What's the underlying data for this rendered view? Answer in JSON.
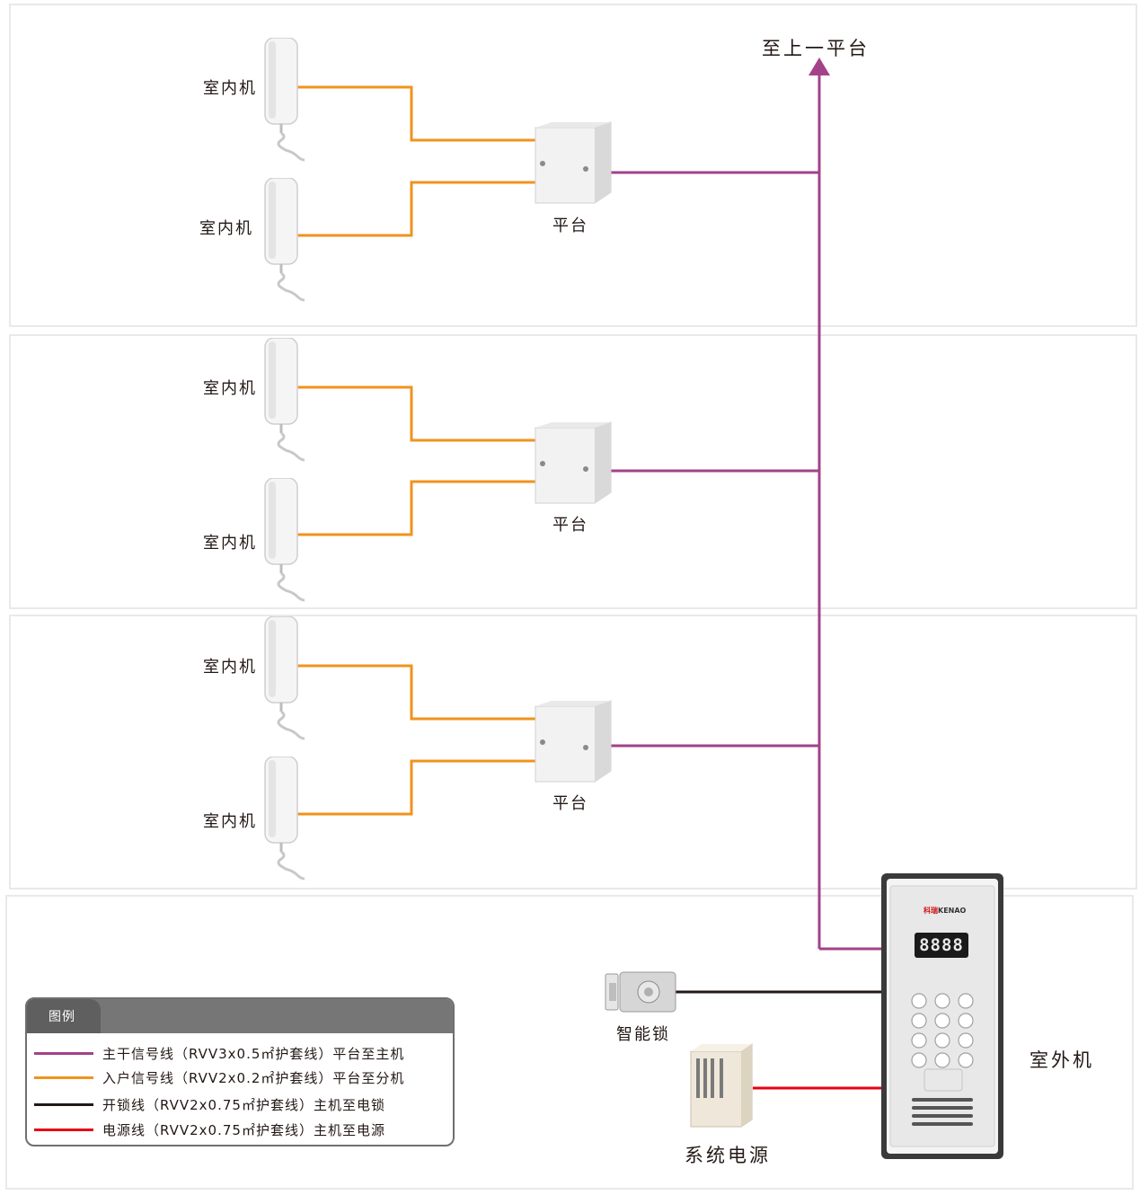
{
  "diagram": {
    "top_arrow_label": "至上一平台",
    "indoor_unit_label": "室内机",
    "hub_label": "平台",
    "outdoor_unit_label": "室外机",
    "smart_lock_label": "智能锁",
    "power_supply_label": "系统电源",
    "brand_prefix": "科瑞",
    "brand_name": "KENAO",
    "display_reading": "8888"
  },
  "legend": {
    "title": "图例",
    "items": [
      {
        "text": "主干信号线（RVV3x0.5㎡护套线）平台至主机",
        "color": "#a3428a"
      },
      {
        "text": "入户信号线（RVV2x0.2㎡护套线）平台至分机",
        "color": "#f0931e"
      },
      {
        "text": "开锁线（RVV2x0.75㎡护套线）主机至电锁",
        "color": "#231815"
      },
      {
        "text": "电源线（RVV2x0.75㎡护套线）主机至电源",
        "color": "#e60012"
      }
    ]
  },
  "colors": {
    "trunk": "#a3428a",
    "branch": "#f0931e",
    "unlock": "#231815",
    "power": "#e60012"
  }
}
